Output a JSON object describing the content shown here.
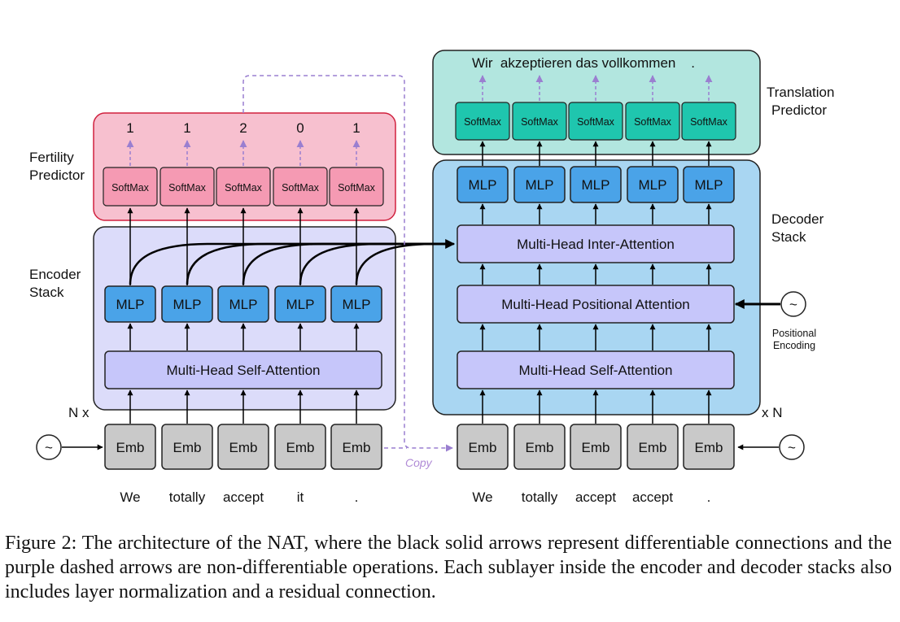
{
  "encoder": {
    "side_label_line1": "Encoder",
    "side_label_line2": "Stack",
    "repeat_label": "N x",
    "self_attention_label": "Multi-Head Self-Attention",
    "mlp_labels": [
      "MLP",
      "MLP",
      "MLP",
      "MLP",
      "MLP"
    ],
    "emb_labels": [
      "Emb",
      "Emb",
      "Emb",
      "Emb",
      "Emb"
    ],
    "input_tokens": [
      "We",
      "totally",
      "accept",
      "it",
      "."
    ],
    "positional_glyph": "~"
  },
  "fertility": {
    "side_label_line1": "Fertility",
    "side_label_line2": "Predictor",
    "softmax_labels": [
      "SoftMax",
      "SoftMax",
      "SoftMax",
      "SoftMax",
      "SoftMax"
    ],
    "values": [
      "1",
      "1",
      "2",
      "0",
      "1"
    ]
  },
  "decoder": {
    "side_label_line1": "Decoder",
    "side_label_line2": "Stack",
    "repeat_label": "x N",
    "self_attention_label": "Multi-Head Self-Attention",
    "positional_attention_label": "Multi-Head Positional Attention",
    "inter_attention_label": "Multi-Head Inter-Attention",
    "mlp_labels": [
      "MLP",
      "MLP",
      "MLP",
      "MLP",
      "MLP"
    ],
    "emb_labels": [
      "Emb",
      "Emb",
      "Emb",
      "Emb",
      "Emb"
    ],
    "input_tokens": [
      "We",
      "totally",
      "accept",
      "accept",
      "."
    ],
    "positional_encoding_line1": "Positional",
    "positional_encoding_line2": "Encoding",
    "positional_glyph": "~"
  },
  "translation": {
    "side_label_line1": "Translation",
    "side_label_line2": "Predictor",
    "softmax_labels": [
      "SoftMax",
      "SoftMax",
      "SoftMax",
      "SoftMax",
      "SoftMax"
    ],
    "output_sentence": "Wir  akzeptieren das vollkommen    ."
  },
  "copy_label": "Copy",
  "caption": "Figure 2:   The architecture of the NAT, where the black solid arrows represent differentiable connections and the purple dashed arrows are non-differentiable operations.  Each sublayer inside the encoder and decoder stacks also includes layer normalization and a residual connection.",
  "colors": {
    "encoder_bg": "#dcdcfa",
    "fertility_bg": "#f7c0cf",
    "fertility_border": "#d0213e",
    "decoder_bg": "#a9d6f2",
    "translation_bg": "#b2e6df",
    "softmax_pink": "#f59ab3",
    "softmax_teal": "#1fc6ae",
    "mlp_blue": "#4aa3e8",
    "attention_lavender": "#c6c6fa",
    "emb_gray": "#c9c9c9",
    "dashed_purple": "#9a7fd0"
  }
}
